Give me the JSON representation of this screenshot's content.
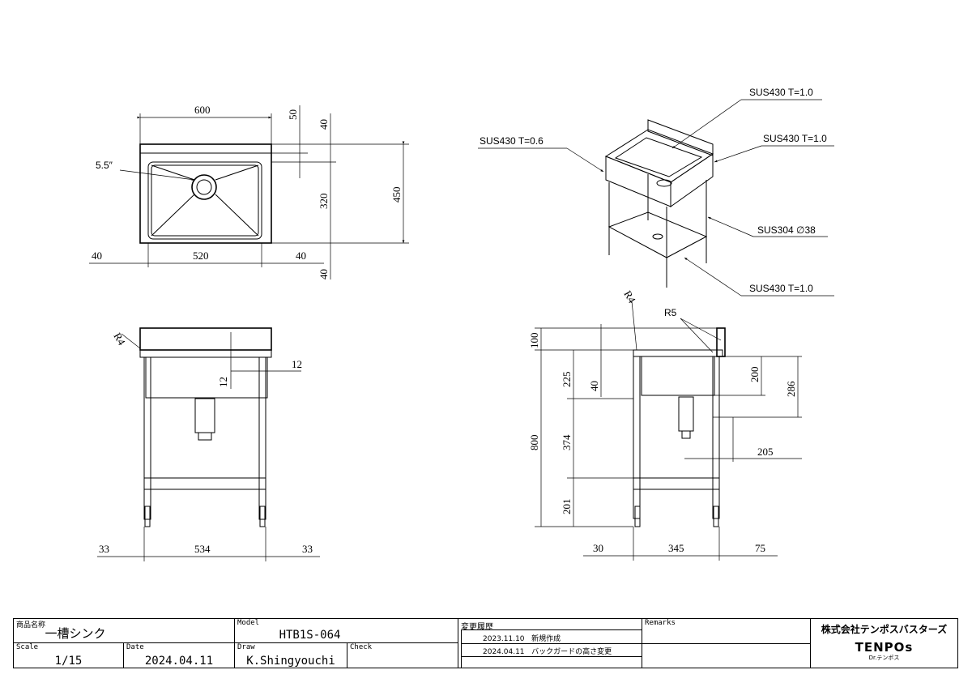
{
  "top_view": {
    "width": "600",
    "bowl_width": "520",
    "left_margin": "40",
    "right_margin": "40",
    "backguard": "50",
    "top_margin": "40",
    "bowl_depth": "320",
    "bottom_margin": "40",
    "depth": "450",
    "drain": "5.5″"
  },
  "front_view": {
    "radius": "R4",
    "rim": "12",
    "rim_height": "12",
    "left": "33",
    "span": "534",
    "right": "33"
  },
  "side_view": {
    "radius1": "R4",
    "radius2": "R5",
    "backguard": "100",
    "bowl_zone": "225",
    "total_height": "800",
    "leg_mid": "374",
    "shelf": "201",
    "overflow": "40",
    "bowl_depth": "200",
    "drain_depth": "286",
    "drain_offset": "205",
    "left": "30",
    "span": "345",
    "right": "75"
  },
  "iso_view": {
    "backguard_material": "SUS430 T=1.0",
    "top_material": "SUS430 T=1.0",
    "body_material": "SUS430 T=0.6",
    "leg_material": "SUS304 ∅38",
    "shelf_material": "SUS430 T=1.0"
  },
  "title_block": {
    "product_label": "商品名称",
    "product_name": "一槽シンク",
    "model_label": "Model",
    "model": "HTB1S-064",
    "scale_label": "Scale",
    "scale": "1/15",
    "date_label": "Date",
    "date": "2024.04.11",
    "draw_label": "Draw",
    "drawer": "K.Shingyouchi",
    "check_label": "Check",
    "history_label": "変更履歴",
    "history": [
      {
        "date": "2023.11.10",
        "note": "新規作成"
      },
      {
        "date": "2024.04.11",
        "note": "バックガードの高さ変更"
      }
    ],
    "remarks_label": "Remarks",
    "company": "株式会社テンポスバスターズ",
    "logo": "TENPOs",
    "logo_sub": "Dr.テンポス"
  }
}
